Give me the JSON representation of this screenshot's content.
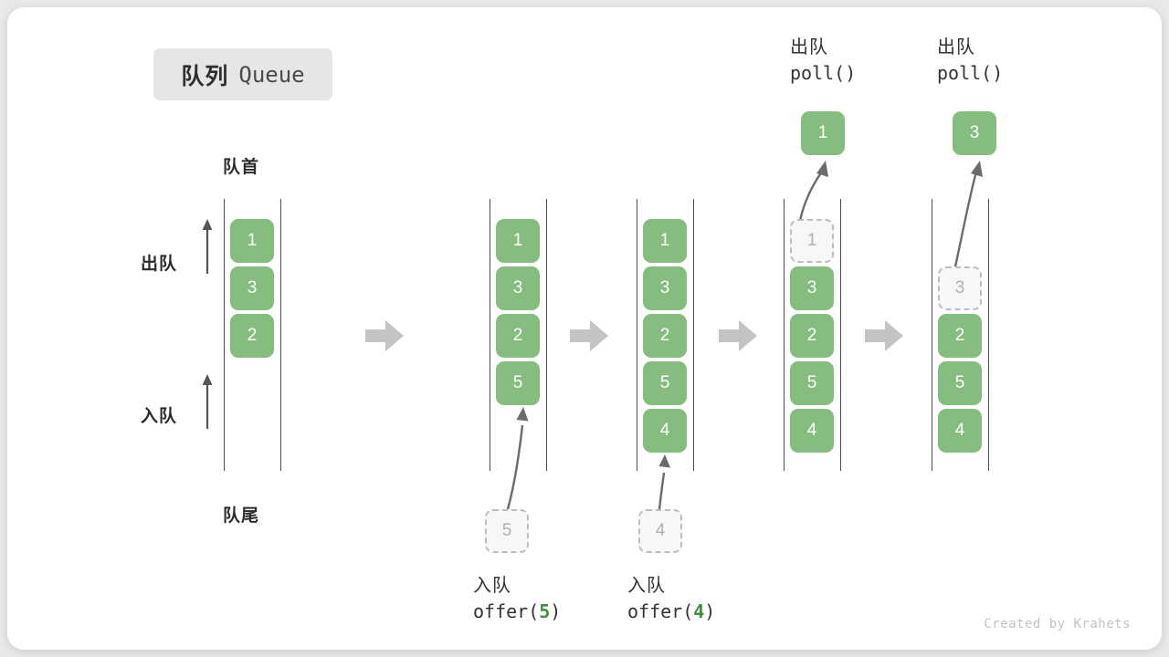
{
  "title": {
    "zh": "队列",
    "en": "Queue"
  },
  "labels": {
    "front": "队首",
    "rear": "队尾",
    "dequeue": "出队",
    "enqueue": "入队"
  },
  "credit": "Created by Krahets",
  "colors": {
    "element": "#85bd7f",
    "ghost_fill": "#f7f7f7",
    "ghost_border": "#bdbdbd",
    "rail": "#4d4d4d",
    "step_arrow": "#c4c4c4",
    "accent_code": "#3f8f3f",
    "badge_bg": "#e6e6e6"
  },
  "columns": [
    {
      "id": "initial",
      "items": [
        "1",
        "3",
        "2"
      ],
      "ghost_index": null,
      "caption_top": null,
      "caption_bottom": null,
      "result": null
    },
    {
      "id": "offer-5",
      "items": [
        "1",
        "3",
        "2",
        "5"
      ],
      "ghost_index": null,
      "caption_top": null,
      "caption_bottom": {
        "zh": "入队",
        "fn": "offer(",
        "arg": "5",
        "fn_end": ")"
      },
      "incoming": "5",
      "result": null
    },
    {
      "id": "offer-4",
      "items": [
        "1",
        "3",
        "2",
        "5",
        "4"
      ],
      "ghost_index": null,
      "caption_top": null,
      "caption_bottom": {
        "zh": "入队",
        "fn": "offer(",
        "arg": "4",
        "fn_end": ")"
      },
      "incoming": "4",
      "result": null
    },
    {
      "id": "poll-1",
      "items": [
        "1",
        "3",
        "2",
        "5",
        "4"
      ],
      "ghost_index": 0,
      "caption_top": {
        "zh": "出队",
        "fn": "poll()"
      },
      "caption_bottom": null,
      "result": "1"
    },
    {
      "id": "poll-3",
      "items": [
        "3",
        "2",
        "5",
        "4"
      ],
      "ghost_index": 0,
      "caption_top": {
        "zh": "出队",
        "fn": "poll()"
      },
      "caption_bottom": null,
      "result": "3"
    }
  ],
  "step_arrows": [
    {
      "name": "step-arrow-1"
    },
    {
      "name": "step-arrow-2"
    },
    {
      "name": "step-arrow-3"
    },
    {
      "name": "step-arrow-4"
    }
  ]
}
